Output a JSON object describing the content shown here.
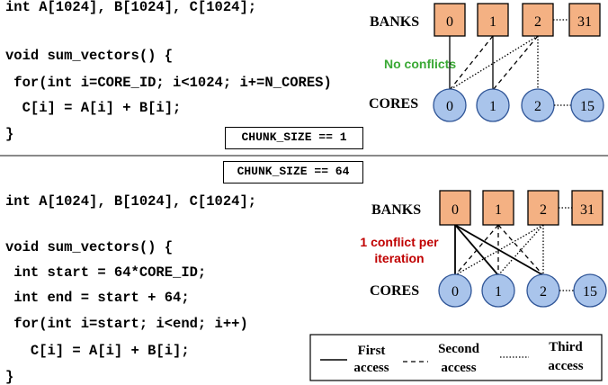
{
  "top": {
    "code": [
      "int A[1024], B[1024], C[1024];",
      "void sum_vectors() {",
      " for(int i=CORE_ID; i<1024; i+=N_CORES)",
      "  C[i] = A[i] + B[i];",
      "}"
    ],
    "chunk_label": "CHUNK_SIZE == 1",
    "banks_label": "BANKS",
    "cores_label": "CORES",
    "bank_ids": [
      "0",
      "1",
      "2",
      "31"
    ],
    "core_ids": [
      "0",
      "1",
      "2",
      "15"
    ],
    "note": "No conflicts"
  },
  "bottom": {
    "chunk_label": "CHUNK_SIZE == 64",
    "code": [
      "int A[1024], B[1024], C[1024];",
      "void sum_vectors() {",
      " int start = 64*CORE_ID;",
      " int end = start + 64;",
      " for(int i=start; i<end; i++)",
      "   C[i] = A[i] + B[i];",
      "}"
    ],
    "banks_label": "BANKS",
    "cores_label": "CORES",
    "bank_ids": [
      "0",
      "1",
      "2",
      "31"
    ],
    "core_ids": [
      "0",
      "1",
      "2",
      "15"
    ],
    "note_line1": "1 conflict per",
    "note_line2": "iteration"
  },
  "legend": {
    "first_line1": "First",
    "first_line2": "access",
    "second_line1": "Second",
    "second_line2": "access",
    "third_line1": "Third",
    "third_line2": "access"
  },
  "colors": {
    "bank_fill": "#f4b183",
    "core_fill": "#a9c4eb",
    "core_stroke": "#2f5597",
    "no_conflict": "#3aa935",
    "conflict": "#c00000",
    "divider": "#8a8a8a"
  }
}
